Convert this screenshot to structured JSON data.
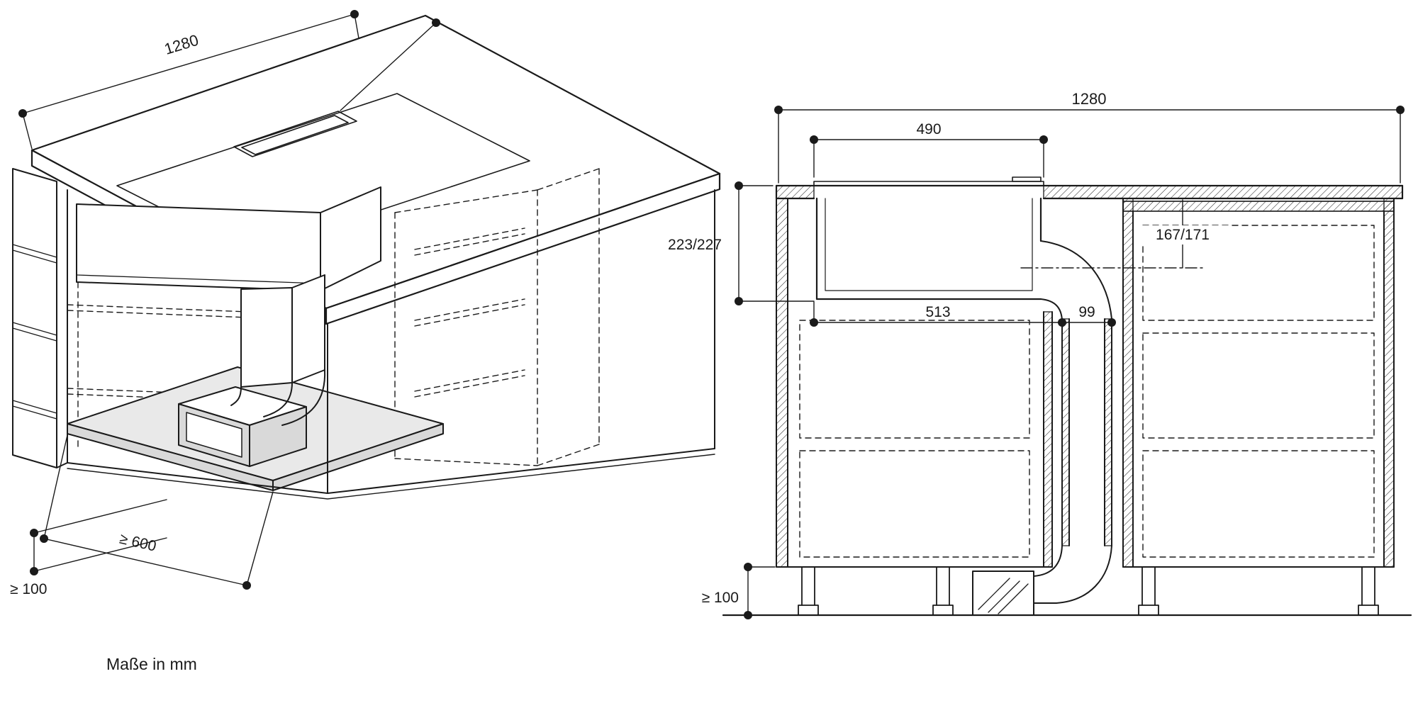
{
  "caption": "Maße in mm",
  "colors": {
    "line": "#1a1a1a",
    "fill_gray": "#d9d9d9",
    "fill_gray_light": "#e9e9e9",
    "background": "#ffffff"
  },
  "perspective_view": {
    "dims": {
      "width": "1280",
      "front_clearance": "≥ 600",
      "plinth": "≥ 100"
    }
  },
  "section_view": {
    "dims": {
      "width": "1280",
      "cutout": "490",
      "box_height": "223/227",
      "box_width": "513",
      "duct_width": "99",
      "duct_axis": "167/171",
      "plinth": "≥ 100"
    }
  }
}
